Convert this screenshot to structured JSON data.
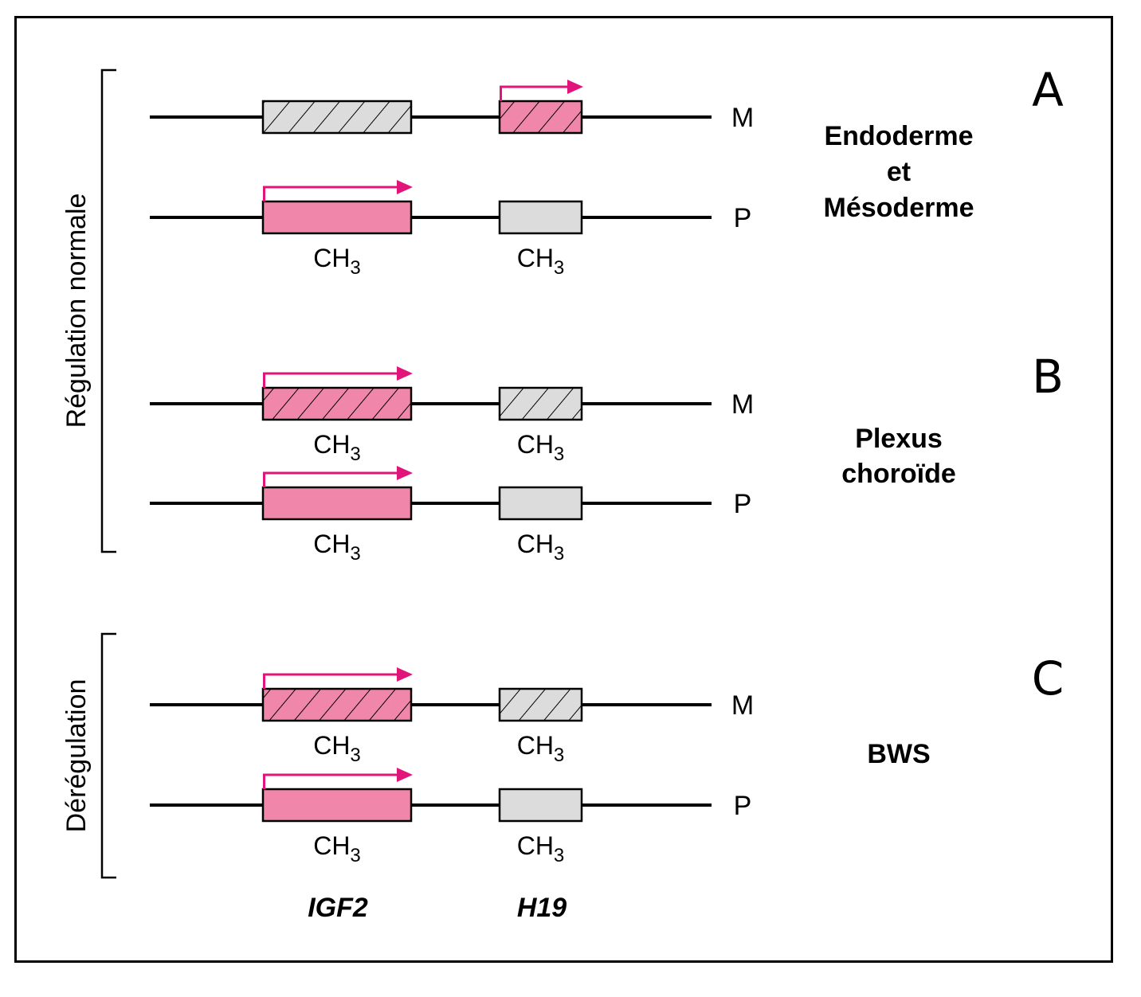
{
  "colors": {
    "expressed_fill": "#f087ab",
    "silent_fill": "#dcdcdc",
    "arrow": "#e0147a",
    "line": "#000000"
  },
  "genes": {
    "igf2": "IGF2",
    "h19": "H19"
  },
  "methyl_label": {
    "main": "CH",
    "sub": "3"
  },
  "groups": [
    {
      "label": "Régulation normale",
      "panels": [
        0,
        1
      ]
    },
    {
      "label": "Dérégulation",
      "panels": [
        2
      ]
    }
  ],
  "panels": [
    {
      "letter": "A",
      "tissue_lines": [
        "Endoderme",
        "et",
        "Mésoderme"
      ],
      "strands": [
        {
          "allele": "M",
          "igf2": {
            "expressed": false,
            "hatched": true,
            "arrow": false,
            "methylated": false
          },
          "h19": {
            "expressed": true,
            "hatched": true,
            "arrow": true,
            "methylated": false
          }
        },
        {
          "allele": "P",
          "igf2": {
            "expressed": true,
            "hatched": false,
            "arrow": true,
            "methylated": true
          },
          "h19": {
            "expressed": false,
            "hatched": false,
            "arrow": false,
            "methylated": true
          }
        }
      ]
    },
    {
      "letter": "B",
      "tissue_lines": [
        "Plexus",
        "choroïde"
      ],
      "strands": [
        {
          "allele": "M",
          "igf2": {
            "expressed": true,
            "hatched": true,
            "arrow": true,
            "methylated": true
          },
          "h19": {
            "expressed": false,
            "hatched": true,
            "arrow": false,
            "methylated": true
          }
        },
        {
          "allele": "P",
          "igf2": {
            "expressed": true,
            "hatched": false,
            "arrow": true,
            "methylated": true
          },
          "h19": {
            "expressed": false,
            "hatched": false,
            "arrow": false,
            "methylated": true
          }
        }
      ]
    },
    {
      "letter": "C",
      "tissue_lines": [
        "BWS"
      ],
      "strands": [
        {
          "allele": "M",
          "igf2": {
            "expressed": true,
            "hatched": true,
            "arrow": true,
            "methylated": true
          },
          "h19": {
            "expressed": false,
            "hatched": true,
            "arrow": false,
            "methylated": true
          }
        },
        {
          "allele": "P",
          "igf2": {
            "expressed": true,
            "hatched": false,
            "arrow": true,
            "methylated": true
          },
          "h19": {
            "expressed": false,
            "hatched": false,
            "arrow": false,
            "methylated": true
          }
        }
      ]
    }
  ]
}
